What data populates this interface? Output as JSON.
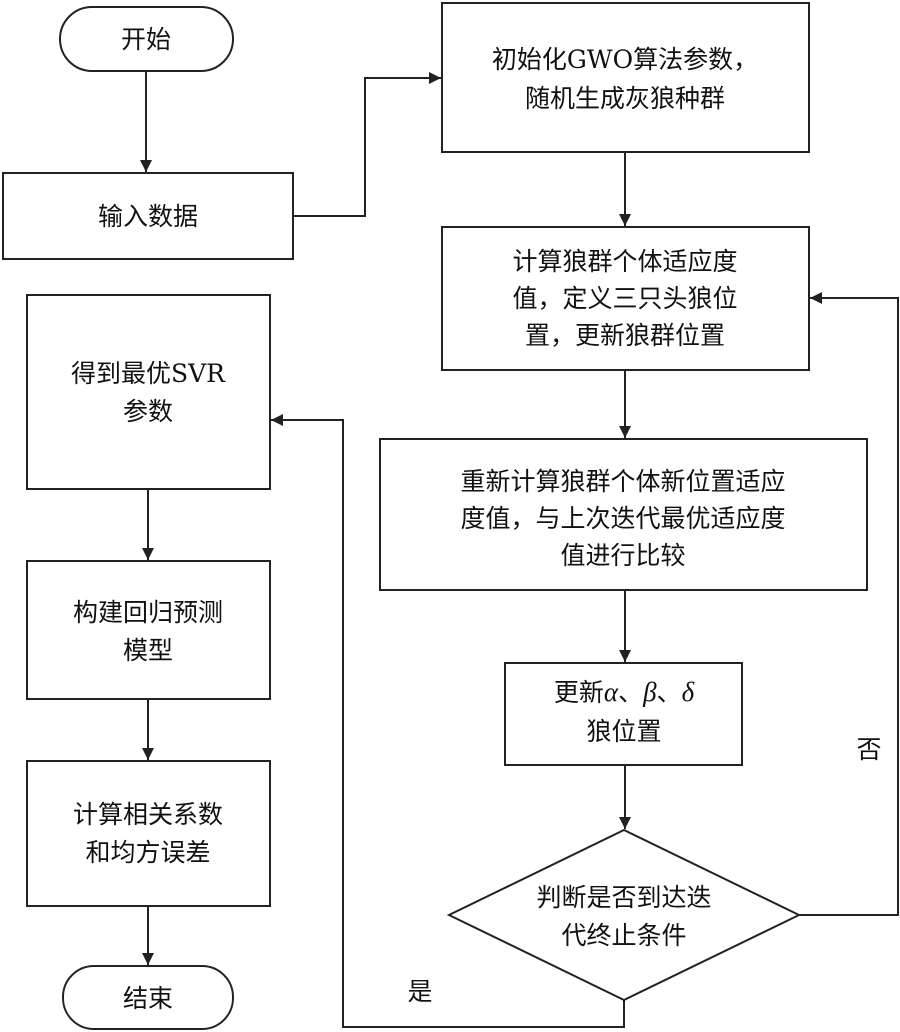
{
  "nodes": {
    "start": {
      "line1": "开始"
    },
    "input": {
      "line1": "输入数据"
    },
    "init": {
      "line1": "初始化GWO算法参数，",
      "line2": "随机生成灰狼种群"
    },
    "fitness": {
      "line1": "计算狼群个体适应度",
      "line2": "值，定义三只头狼位",
      "line3": "置，更新狼群位置"
    },
    "recompute": {
      "line1": "重新计算狼群个体新位置适应",
      "line2": "度值，与上次迭代最优适应度",
      "line3": "值进行比较"
    },
    "update": {
      "prefix": "更新",
      "alpha": "α",
      "sep1": "、",
      "beta": "β",
      "sep2": "、",
      "delta": "δ",
      "line2": "狼位置"
    },
    "decision": {
      "line1": "判断是否到达迭",
      "line2": "代终止条件"
    },
    "best": {
      "line1": "得到最优SVR",
      "line2": "参数"
    },
    "model": {
      "line1": "构建回归预测",
      "line2": "模型"
    },
    "metrics": {
      "line1": "计算相关系数",
      "line2": "和均方误差"
    },
    "end": {
      "line1": "结束"
    }
  },
  "edge_labels": {
    "no": "否",
    "yes": "是"
  }
}
